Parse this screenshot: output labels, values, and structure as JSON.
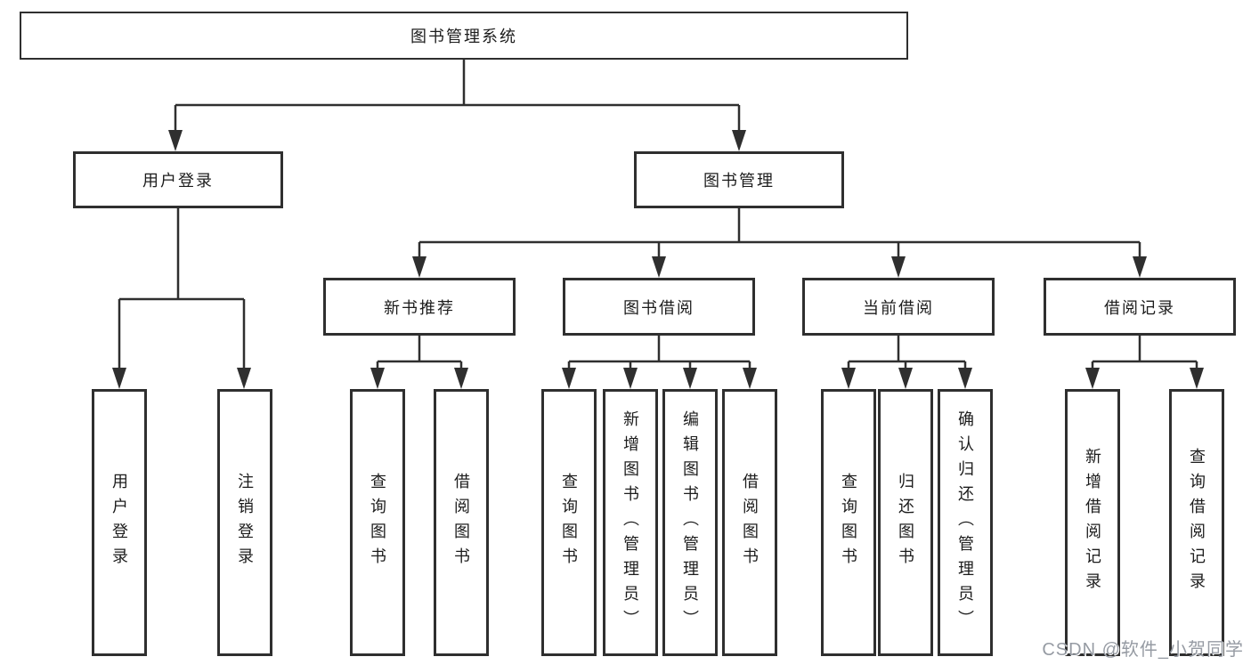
{
  "page": {
    "watermark": "CSDN @软件_小贺同学"
  },
  "colors": {
    "line": "#2f2f2f",
    "box_border": "#2f2f2f",
    "text": "#1c1c1c",
    "watermark": "#969ba3",
    "background": "#ffffff"
  },
  "diagram": {
    "root": {
      "label": "图书管理系统"
    },
    "children": [
      {
        "label": "用户登录",
        "children": [
          {
            "label": "用户登录"
          },
          {
            "label": "注销登录"
          }
        ]
      },
      {
        "label": "图书管理",
        "children": [
          {
            "label": "新书推荐",
            "children": [
              {
                "label": "查询图书"
              },
              {
                "label": "借阅图书"
              }
            ]
          },
          {
            "label": "图书借阅",
            "children": [
              {
                "label": "查询图书"
              },
              {
                "label": "新增图书（管理员）"
              },
              {
                "label": "编辑图书（管理员）"
              },
              {
                "label": "借阅图书"
              }
            ]
          },
          {
            "label": "当前借阅",
            "children": [
              {
                "label": "查询图书"
              },
              {
                "label": "归还图书"
              },
              {
                "label": "确认归还（管理员）"
              }
            ]
          },
          {
            "label": "借阅记录",
            "children": [
              {
                "label": "新增借阅记录"
              },
              {
                "label": "查询借阅记录"
              }
            ]
          }
        ]
      }
    ]
  }
}
